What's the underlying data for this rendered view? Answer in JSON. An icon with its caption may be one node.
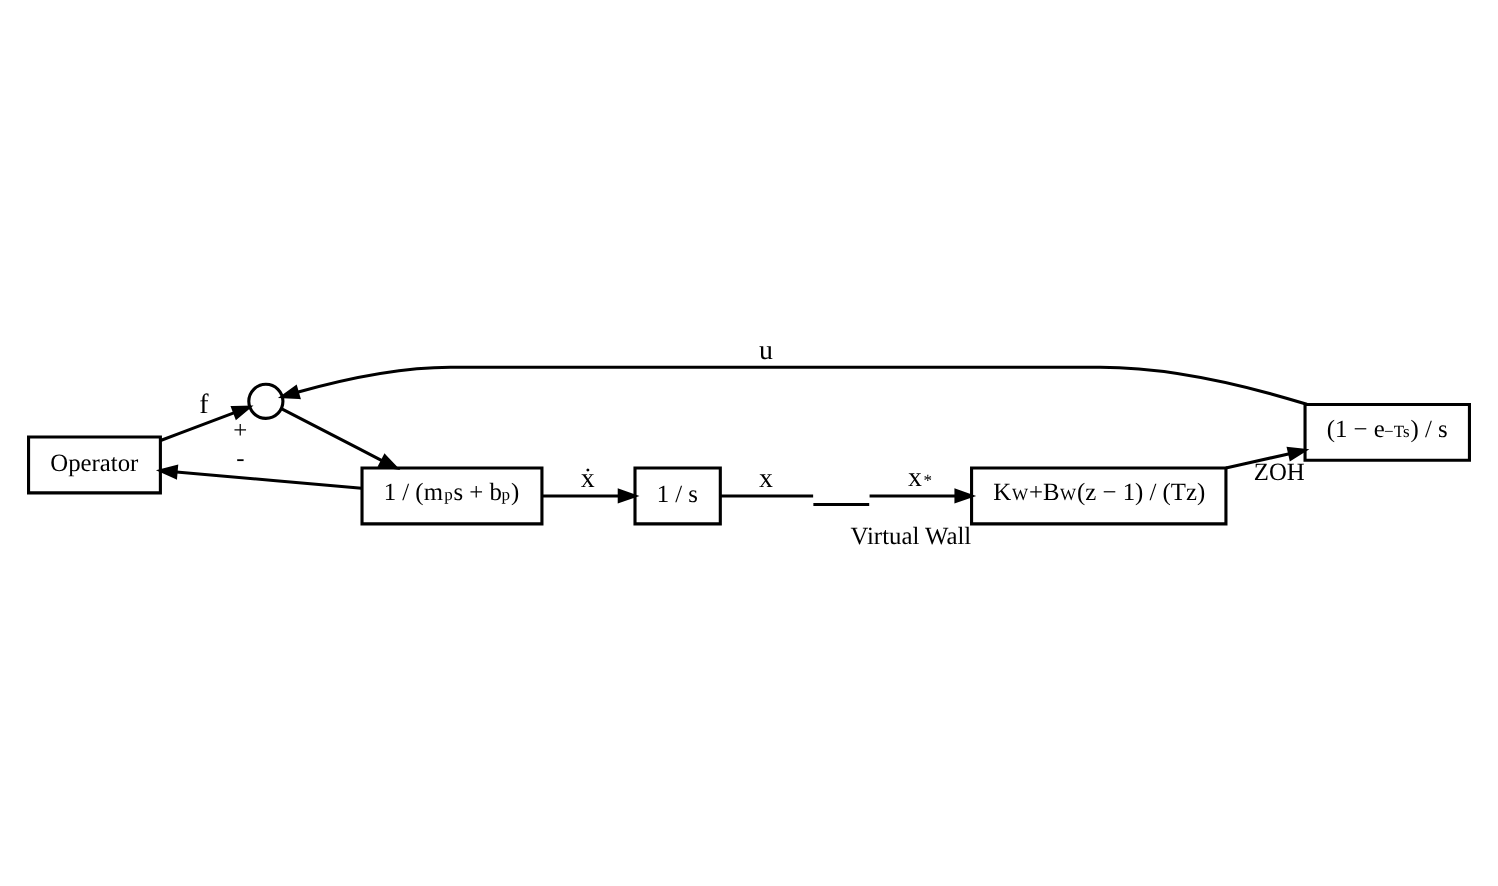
{
  "diagram": {
    "nodes": [
      {
        "text": [
          "Operator"
        ]
      },
      {
        "text": [],
        "shape": "circle",
        "beside": [
          "+",
          "-"
        ]
      },
      {
        "text": [
          "1 / (m$_{p}$s + b$_{p}$)"
        ]
      },
      {
        "text": [
          "1 / s"
        ]
      },
      {
        "text": [],
        "shape": "switch"
      },
      {
        "text": [
          "K$_{W}$+B$_{W}$(z − 1) / (Tz)"
        ],
        "beside": [
          "Virtual Wall"
        ]
      },
      {
        "text": [
          "(1 − e$^{−Ts}$) / s"
        ],
        "beside": [
          "ZOH"
        ]
      }
    ],
    "edges": [
      {
        "from": 1,
        "to": 2,
        "arrow": "to"
      },
      {
        "from": 2,
        "to": 3,
        "arrow": "to",
        "label": "ẋ"
      },
      {
        "from": 2,
        "to": 0,
        "arrow": "to"
      },
      {
        "from": 0,
        "to": 1,
        "arrow": "to",
        "label": "f"
      },
      {
        "from": 3,
        "to": 4,
        "arrow": "none",
        "label": "x"
      },
      {
        "from": 4,
        "to": 5,
        "arrow": "to",
        "label": "x$^{*}$"
      },
      {
        "from": 5,
        "to": 6,
        "arrow": "to"
      },
      {
        "from": 6,
        "to": 1,
        "arrow": "to",
        "label": "u"
      }
    ]
  }
}
